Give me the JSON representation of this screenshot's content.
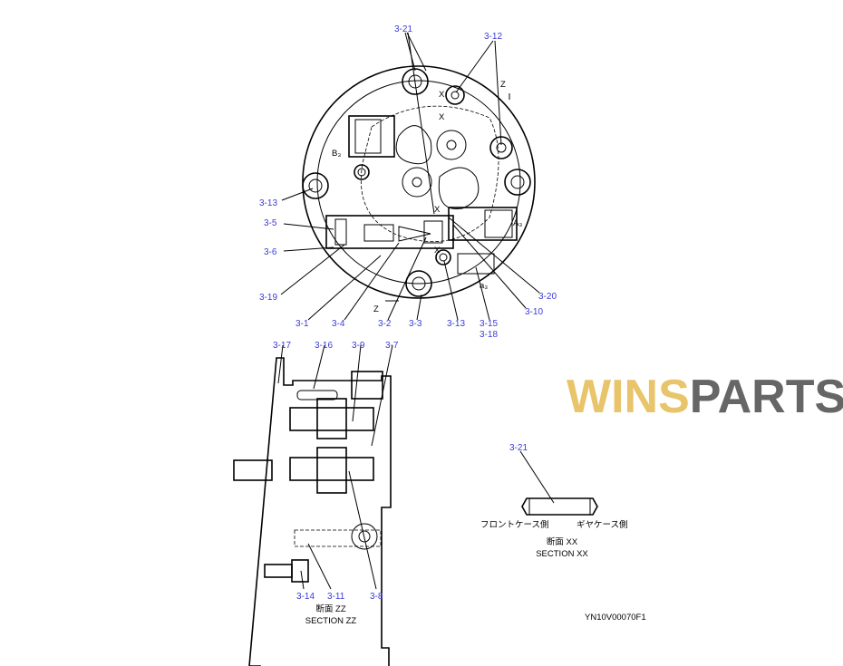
{
  "watermark": {
    "part1": "WINS",
    "part2": "PARTS"
  },
  "top_view": {
    "port_b": "B₃",
    "port_a": "A₃",
    "port_a_small": "a₃",
    "section_mark_z": "Z",
    "section_mark_x": "X",
    "callouts": [
      "3-21",
      "3-12",
      "3-13",
      "3-5",
      "3-6",
      "3-19",
      "3-20",
      "3-10",
      "3-1",
      "3-4",
      "3-2",
      "3-3",
      "3-13",
      "3-15",
      "3-18"
    ]
  },
  "section_zz": {
    "callouts": [
      "3-17",
      "3-16",
      "3-9",
      "3-7",
      "3-14",
      "3-11",
      "3-8"
    ],
    "title_jp": "断面 ZZ",
    "title_en": "SECTION ZZ"
  },
  "section_xx": {
    "callout": "3-21",
    "left_side": "フロントケース側",
    "right_side": "ギヤケース側",
    "title_jp": "断面 XX",
    "title_en": "SECTION XX"
  },
  "drawing_number": "YN10V00070F1"
}
